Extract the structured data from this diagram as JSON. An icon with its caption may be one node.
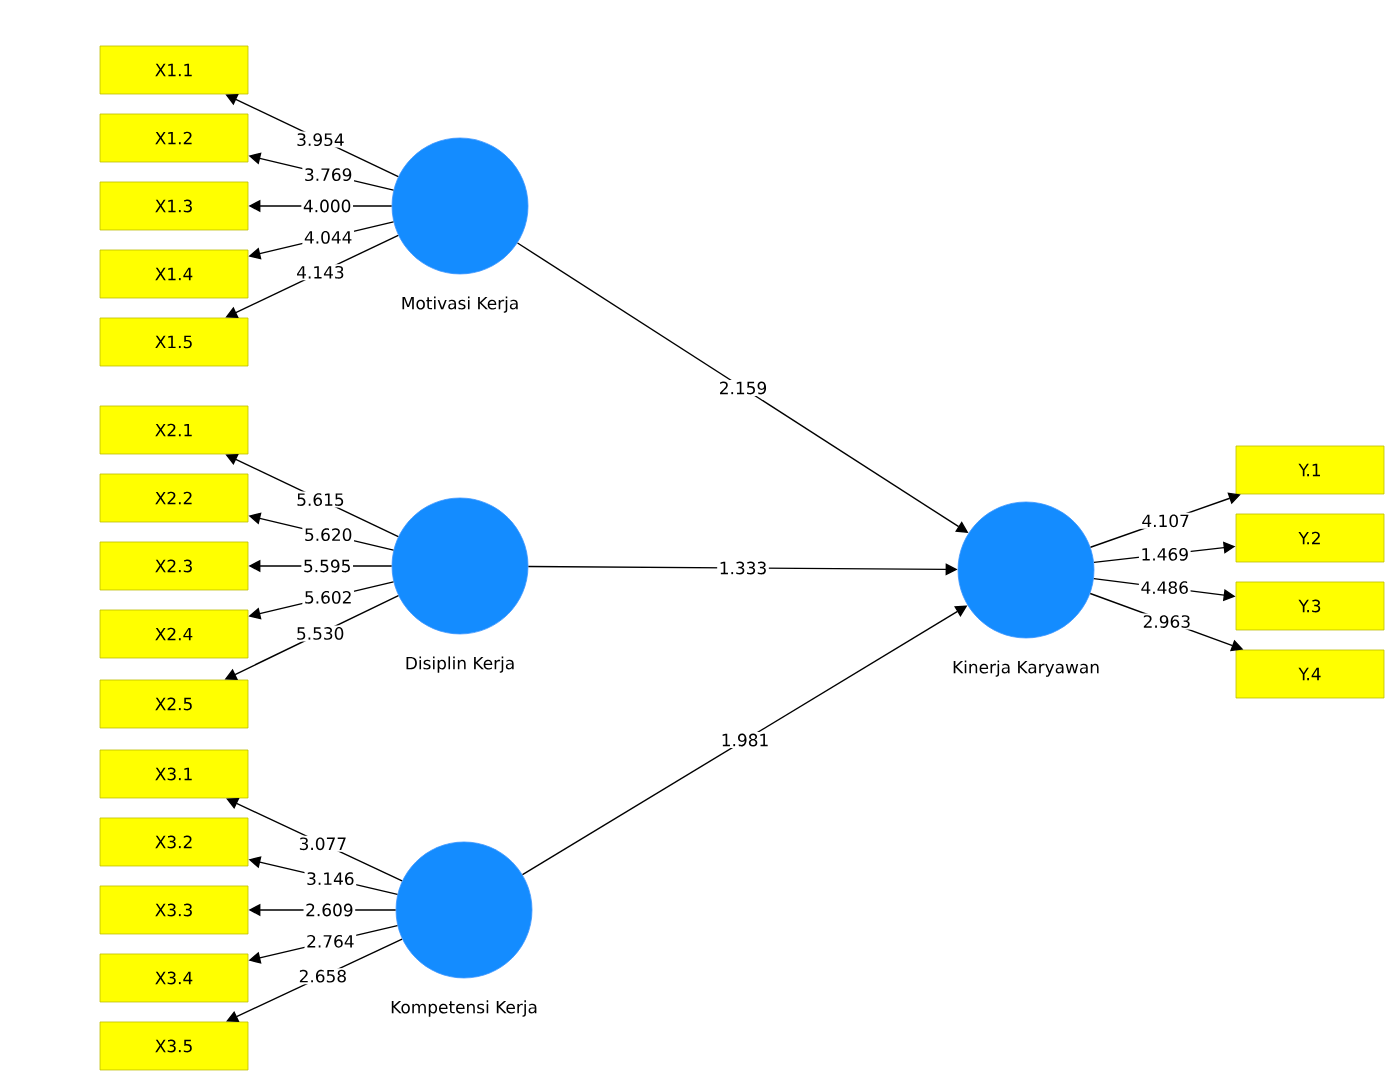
{
  "diagram": {
    "nodes": [
      {
        "text": [
          "X1.1"
        ]
      },
      {
        "text": [
          "X1.2"
        ]
      },
      {
        "text": [
          "X1.3"
        ]
      },
      {
        "text": [
          "X1.4"
        ]
      },
      {
        "text": [
          "X1.5"
        ]
      },
      {
        "text": [
          "Motivasi Kerja"
        ]
      },
      {
        "text": [
          "X2.1"
        ]
      },
      {
        "text": [
          "X2.2"
        ]
      },
      {
        "text": [
          "X2.3"
        ]
      },
      {
        "text": [
          "X2.4"
        ]
      },
      {
        "text": [
          "X2.5"
        ]
      },
      {
        "text": [
          "Disiplin Kerja"
        ]
      },
      {
        "text": [
          "X3.1"
        ]
      },
      {
        "text": [
          "X3.2"
        ]
      },
      {
        "text": [
          "X3.3"
        ]
      },
      {
        "text": [
          "X3.4"
        ]
      },
      {
        "text": [
          "X3.5"
        ]
      },
      {
        "text": [
          "Kompetensi Kerja"
        ]
      },
      {
        "text": [
          "Kinerja Karyawan"
        ]
      },
      {
        "text": [
          "Y.1"
        ]
      },
      {
        "text": [
          "Y.2"
        ]
      },
      {
        "text": [
          "Y.3"
        ]
      },
      {
        "text": [
          "Y.4"
        ]
      }
    ],
    "edges": [
      {
        "from": 5,
        "to": 0,
        "arrow": "to",
        "label": "3.954"
      },
      {
        "from": 5,
        "to": 1,
        "arrow": "to",
        "label": "3.769"
      },
      {
        "from": 5,
        "to": 2,
        "arrow": "to",
        "label": "4.000"
      },
      {
        "from": 5,
        "to": 3,
        "arrow": "to",
        "label": "4.044"
      },
      {
        "from": 5,
        "to": 4,
        "arrow": "to",
        "label": "4.143"
      },
      {
        "from": 11,
        "to": 6,
        "arrow": "to",
        "label": "5.615"
      },
      {
        "from": 11,
        "to": 7,
        "arrow": "to",
        "label": "5.620"
      },
      {
        "from": 11,
        "to": 8,
        "arrow": "to",
        "label": "5.595"
      },
      {
        "from": 11,
        "to": 9,
        "arrow": "to",
        "label": "5.602"
      },
      {
        "from": 11,
        "to": 10,
        "arrow": "to",
        "label": "5.530"
      },
      {
        "from": 17,
        "to": 12,
        "arrow": "to",
        "label": "3.077"
      },
      {
        "from": 17,
        "to": 13,
        "arrow": "to",
        "label": "3.146"
      },
      {
        "from": 17,
        "to": 14,
        "arrow": "to",
        "label": "2.609"
      },
      {
        "from": 17,
        "to": 15,
        "arrow": "to",
        "label": "2.764"
      },
      {
        "from": 17,
        "to": 16,
        "arrow": "to",
        "label": "2.658"
      },
      {
        "from": 5,
        "to": 18,
        "arrow": "to",
        "label": "2.159"
      },
      {
        "from": 11,
        "to": 18,
        "arrow": "to",
        "label": "1.333"
      },
      {
        "from": 17,
        "to": 18,
        "arrow": "to",
        "label": "1.981"
      },
      {
        "from": 18,
        "to": 19,
        "arrow": "to",
        "label": "4.107"
      },
      {
        "from": 18,
        "to": 20,
        "arrow": "to",
        "label": "1.469"
      },
      {
        "from": 18,
        "to": 21,
        "arrow": "to",
        "label": "4.486"
      },
      {
        "from": 18,
        "to": 22,
        "arrow": "to",
        "label": "2.963"
      }
    ]
  }
}
